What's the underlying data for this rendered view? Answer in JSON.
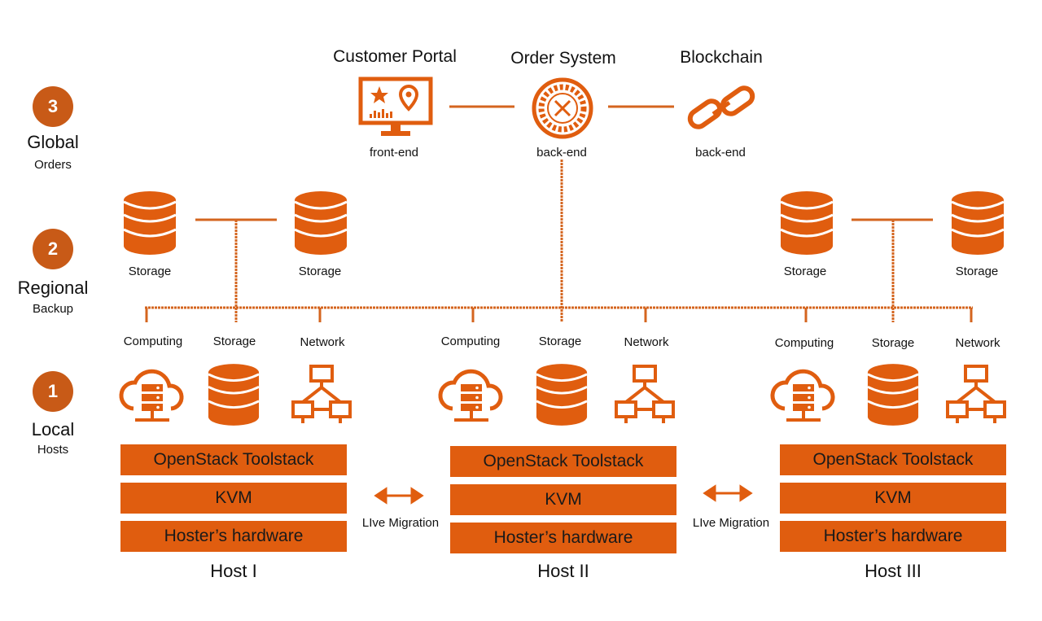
{
  "colors": {
    "accent": "#e05d0f",
    "line": "#d4651f",
    "badge": "#c85a17"
  },
  "levels": [
    {
      "num": "3",
      "title": "Global",
      "subtitle": "Orders"
    },
    {
      "num": "2",
      "title": "Regional",
      "subtitle": "Backup"
    },
    {
      "num": "1",
      "title": "Local",
      "subtitle": "Hosts"
    }
  ],
  "global": {
    "portal": {
      "title": "Customer Portal",
      "role": "front-end",
      "icon": "monitor-map-icon"
    },
    "order": {
      "title": "Order System",
      "role": "back-end",
      "icon": "order-wheel-icon"
    },
    "blockchain": {
      "title": "Blockchain",
      "role": "back-end",
      "icon": "chain-link-icon"
    }
  },
  "regional": {
    "storage_labels": [
      "Storage",
      "Storage",
      "Storage",
      "Storage"
    ]
  },
  "hosts": [
    {
      "name": "Host I",
      "resources": [
        "Computing",
        "Storage",
        "Network"
      ],
      "stack": [
        "OpenStack Toolstack",
        "KVM",
        "Hoster’s hardware"
      ]
    },
    {
      "name": "Host II",
      "resources": [
        "Computing",
        "Storage",
        "Network"
      ],
      "stack": [
        "OpenStack Toolstack",
        "KVM",
        "Hoster’s hardware"
      ]
    },
    {
      "name": "Host III",
      "resources": [
        "Computing",
        "Storage",
        "Network"
      ],
      "stack": [
        "OpenStack Toolstack",
        "KVM",
        "Hoster’s hardware"
      ]
    }
  ],
  "migration": [
    "LIve Migration",
    "LIve Migration"
  ]
}
